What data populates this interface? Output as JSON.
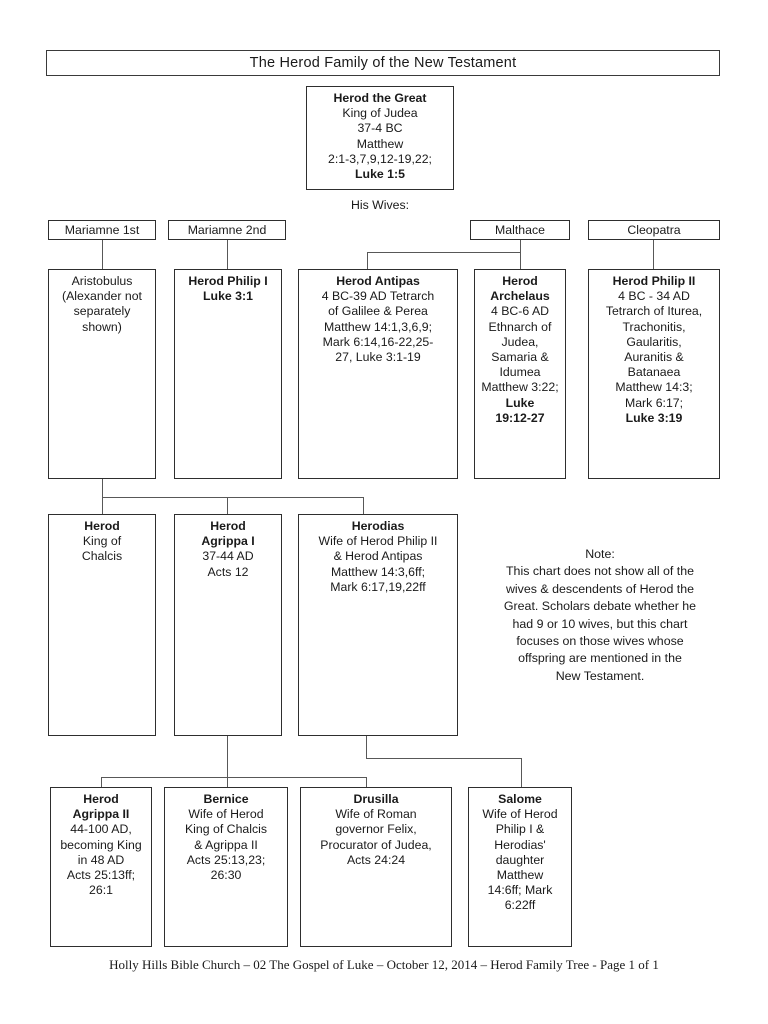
{
  "title": "The Herod Family of the New Testament",
  "his_wives_label": "His Wives:",
  "root": {
    "name": "Herod the Great",
    "lines": [
      {
        "t": "King of Judea",
        "b": false
      },
      {
        "t": "37-4 BC",
        "b": false
      },
      {
        "t": "Matthew",
        "b": false
      },
      {
        "t": "2:1-3,7,9,12-19,22;",
        "b": false
      },
      {
        "t": "Luke 1:5",
        "b": true
      }
    ]
  },
  "wives": [
    {
      "label": "Mariamne 1st"
    },
    {
      "label": "Mariamne 2nd"
    },
    {
      "label": "Malthace"
    },
    {
      "label": "Cleopatra"
    }
  ],
  "generation2": [
    {
      "name": "",
      "lines": [
        {
          "t": "Aristobulus",
          "b": false
        },
        {
          "t": "(Alexander not",
          "b": false
        },
        {
          "t": "separately",
          "b": false
        },
        {
          "t": "shown)",
          "b": false
        }
      ]
    },
    {
      "name": "Herod Philip I",
      "lines": [
        {
          "t": "Luke 3:1",
          "b": true
        }
      ]
    },
    {
      "name": "Herod Antipas",
      "lines": [
        {
          "t": "4 BC-39 AD Tetrarch",
          "b": false
        },
        {
          "t": "of Galilee & Perea",
          "b": false
        },
        {
          "t": "Matthew 14:1,3,6,9;",
          "b": false
        },
        {
          "t": "Mark 6:14,16-22,25-",
          "b": false
        },
        {
          "t": "27, Luke 3:1-19",
          "b": false
        }
      ]
    },
    {
      "name": "Herod",
      "lines": [
        {
          "t": "Archelaus",
          "b": true
        },
        {
          "t": "4 BC-6 AD",
          "b": false
        },
        {
          "t": "Ethnarch of",
          "b": false
        },
        {
          "t": "Judea,",
          "b": false
        },
        {
          "t": "Samaria &",
          "b": false
        },
        {
          "t": "Idumea",
          "b": false
        },
        {
          "t": "Matthew 3:22;",
          "b": false
        },
        {
          "t": "Luke",
          "b": true
        },
        {
          "t": "19:12-27",
          "b": true
        }
      ]
    },
    {
      "name": "Herod Philip II",
      "lines": [
        {
          "t": "4 BC - 34 AD",
          "b": false
        },
        {
          "t": "Tetrarch of Iturea,",
          "b": false
        },
        {
          "t": "Trachonitis,",
          "b": false
        },
        {
          "t": "Gaularitis,",
          "b": false
        },
        {
          "t": "Auranitis &",
          "b": false
        },
        {
          "t": "Batanaea",
          "b": false
        },
        {
          "t": "Matthew 14:3;",
          "b": false
        },
        {
          "t": "Mark 6:17;",
          "b": false
        },
        {
          "t": "Luke 3:19",
          "b": true
        }
      ]
    }
  ],
  "generation3": [
    {
      "name": "Herod",
      "lines": [
        {
          "t": "King of",
          "b": false
        },
        {
          "t": "Chalcis",
          "b": false
        }
      ]
    },
    {
      "name": "Herod",
      "lines": [
        {
          "t": "Agrippa I",
          "b": true
        },
        {
          "t": "37-44 AD",
          "b": false
        },
        {
          "t": "Acts 12",
          "b": false
        }
      ]
    },
    {
      "name": "Herodias",
      "lines": [
        {
          "t": "Wife of Herod Philip II",
          "b": false
        },
        {
          "t": "& Herod Antipas",
          "b": false
        },
        {
          "t": "Matthew 14:3,6ff;",
          "b": false
        },
        {
          "t": "Mark 6:17,19,22ff",
          "b": false
        }
      ]
    }
  ],
  "generation4": [
    {
      "name": "Herod",
      "lines": [
        {
          "t": "Agrippa II",
          "b": true
        },
        {
          "t": "44-100 AD,",
          "b": false
        },
        {
          "t": "becoming King",
          "b": false
        },
        {
          "t": "in 48 AD",
          "b": false
        },
        {
          "t": "Acts 25:13ff;",
          "b": false
        },
        {
          "t": "26:1",
          "b": false
        }
      ]
    },
    {
      "name": "Bernice",
      "lines": [
        {
          "t": "Wife of Herod",
          "b": false
        },
        {
          "t": "King of Chalcis",
          "b": false
        },
        {
          "t": "& Agrippa II",
          "b": false
        },
        {
          "t": "Acts 25:13,23;",
          "b": false
        },
        {
          "t": "26:30",
          "b": false
        }
      ]
    },
    {
      "name": "Drusilla",
      "lines": [
        {
          "t": "Wife of Roman",
          "b": false
        },
        {
          "t": "governor Felix,",
          "b": false
        },
        {
          "t": "Procurator of Judea,",
          "b": false
        },
        {
          "t": "Acts 24:24",
          "b": false
        }
      ]
    },
    {
      "name": "Salome",
      "lines": [
        {
          "t": "Wife of Herod",
          "b": false
        },
        {
          "t": "Philip I &",
          "b": false
        },
        {
          "t": "Herodias'",
          "b": false
        },
        {
          "t": "daughter",
          "b": false
        },
        {
          "t": "Matthew",
          "b": false
        },
        {
          "t": "14:6ff; Mark",
          "b": false
        },
        {
          "t": "6:22ff",
          "b": false
        }
      ]
    }
  ],
  "note": {
    "head": "Note:",
    "lines": [
      "This chart does not show all of the",
      "wives & descendents of Herod the",
      "Great.  Scholars debate whether he",
      "had 9 or 10 wives, but this chart",
      "focuses on those wives whose",
      "offspring are mentioned in the",
      "New Testament."
    ]
  },
  "footer": "Holly Hills Bible Church – 02 The Gospel of Luke – October 12, 2014 – Herod Family Tree - Page 1 of 1",
  "colors": {
    "border": "#2e2e2e",
    "connector": "#585858",
    "text": "#1a1a1a",
    "background": "#ffffff"
  }
}
